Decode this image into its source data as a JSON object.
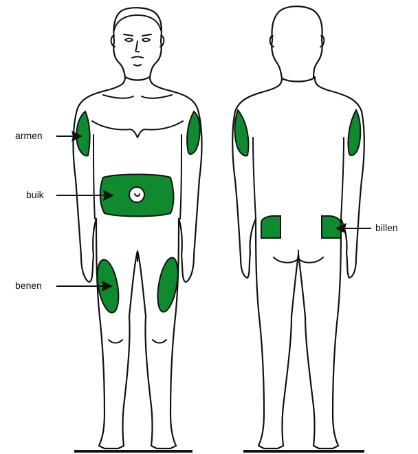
{
  "labels": {
    "arms": "armen",
    "belly": "buik",
    "legs": "benen",
    "buttocks": "billen"
  },
  "colors": {
    "zone_fill": "#0f8a2e",
    "outline": "#111111",
    "background": "#ffffff"
  },
  "views": [
    "front",
    "back"
  ]
}
